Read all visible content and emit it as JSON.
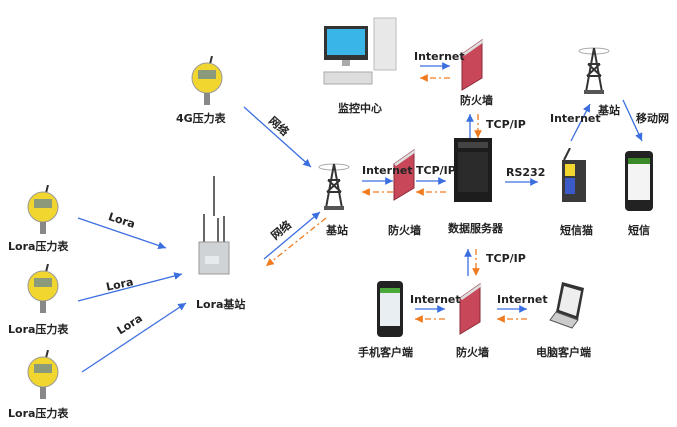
{
  "nodes": {
    "gauge_4g": "4G压力表",
    "lora_gauge_1": "Lora压力表",
    "lora_gauge_2": "Lora压力表",
    "lora_gauge_3": "Lora压力表",
    "lora_base": "Lora基站",
    "base_station": "基站",
    "firewall_mid": "防火墙",
    "data_server": "数据服务器",
    "monitor_center": "监控中心",
    "firewall_top": "防火墙",
    "sms_modem": "短信猫",
    "sms": "短信",
    "base_station_right": "基站",
    "mobile_client": "手机客户端",
    "firewall_bottom": "防火墙",
    "pc_client": "电脑客户端"
  },
  "edges": {
    "gauge4g_to_base": "网络",
    "lora1": "Lora",
    "lora2": "Lora",
    "lora3": "Lora",
    "lorabase_to_base": "网络",
    "base_to_fw": "Internet",
    "fw_to_server": "TCP/IP",
    "server_to_fwtop": "TCP/IP",
    "fwtop_to_monitor": "Internet",
    "server_to_modem": "RS232",
    "modem_to_base": "Internet",
    "base_to_sms": "移动网",
    "server_to_fwbottom": "TCP/IP",
    "fwbottom_to_mobile": "Internet",
    "fwbottom_to_pc": "Internet"
  },
  "colors": {
    "forward": "#3b6fe0",
    "return": "#f07a1e",
    "firewall": "#c8485a",
    "gauge": "#f2d630"
  }
}
